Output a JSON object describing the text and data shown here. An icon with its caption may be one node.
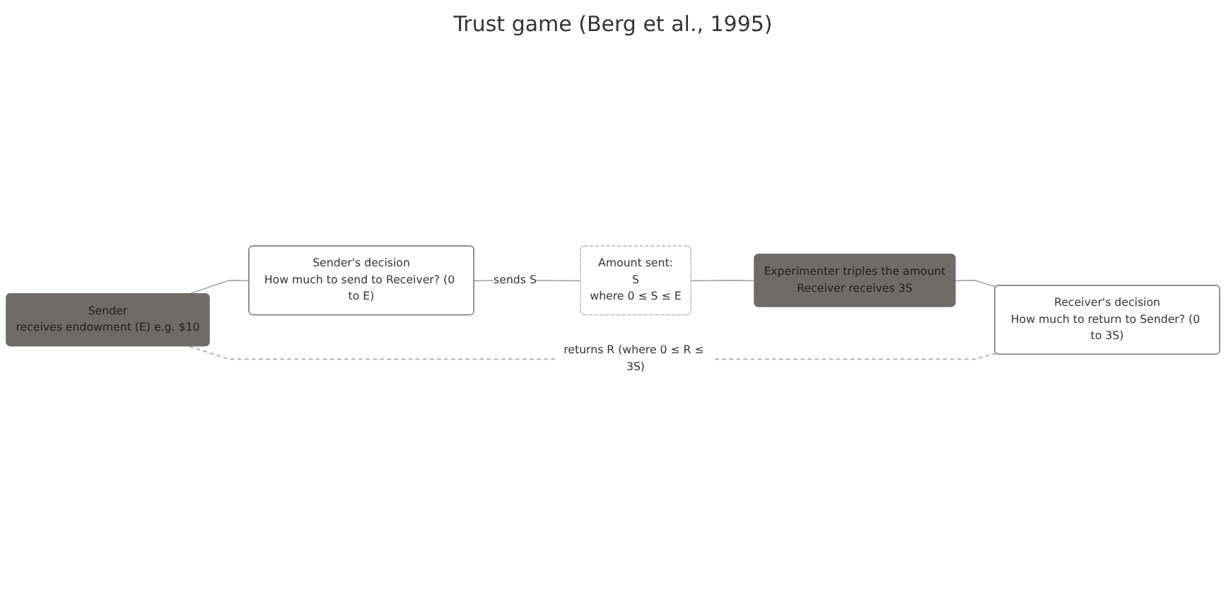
{
  "diagram": {
    "title": "Trust game (Berg et al., 1995)",
    "nodes": [
      {
        "text": [
          "Sender",
          "receives endowment (E) e.g. $10"
        ]
      },
      {
        "text": [
          "Sender's decision",
          "How much to send to Receiver? (0 to E)"
        ]
      },
      {
        "text": [
          "Amount sent:",
          "S",
          "where 0 ≤ S ≤ E"
        ]
      },
      {
        "text": [
          "Experimenter triples the amount",
          "Receiver receives 3S"
        ]
      },
      {
        "text": [
          "Receiver's decision",
          "How much to return to Sender? (0 to 3S)"
        ]
      }
    ],
    "edges": [
      {
        "from": 0,
        "to": 1,
        "arrow": "none"
      },
      {
        "from": 1,
        "to": 2,
        "label": "sends S",
        "arrow": "none"
      },
      {
        "from": 2,
        "to": 3,
        "arrow": "none"
      },
      {
        "from": 3,
        "to": 4,
        "arrow": "none"
      },
      {
        "from": 4,
        "to": 0,
        "label": "returns R (where 0 ≤ R ≤ 3S)",
        "arrow": "none",
        "style": "dashed"
      }
    ]
  }
}
